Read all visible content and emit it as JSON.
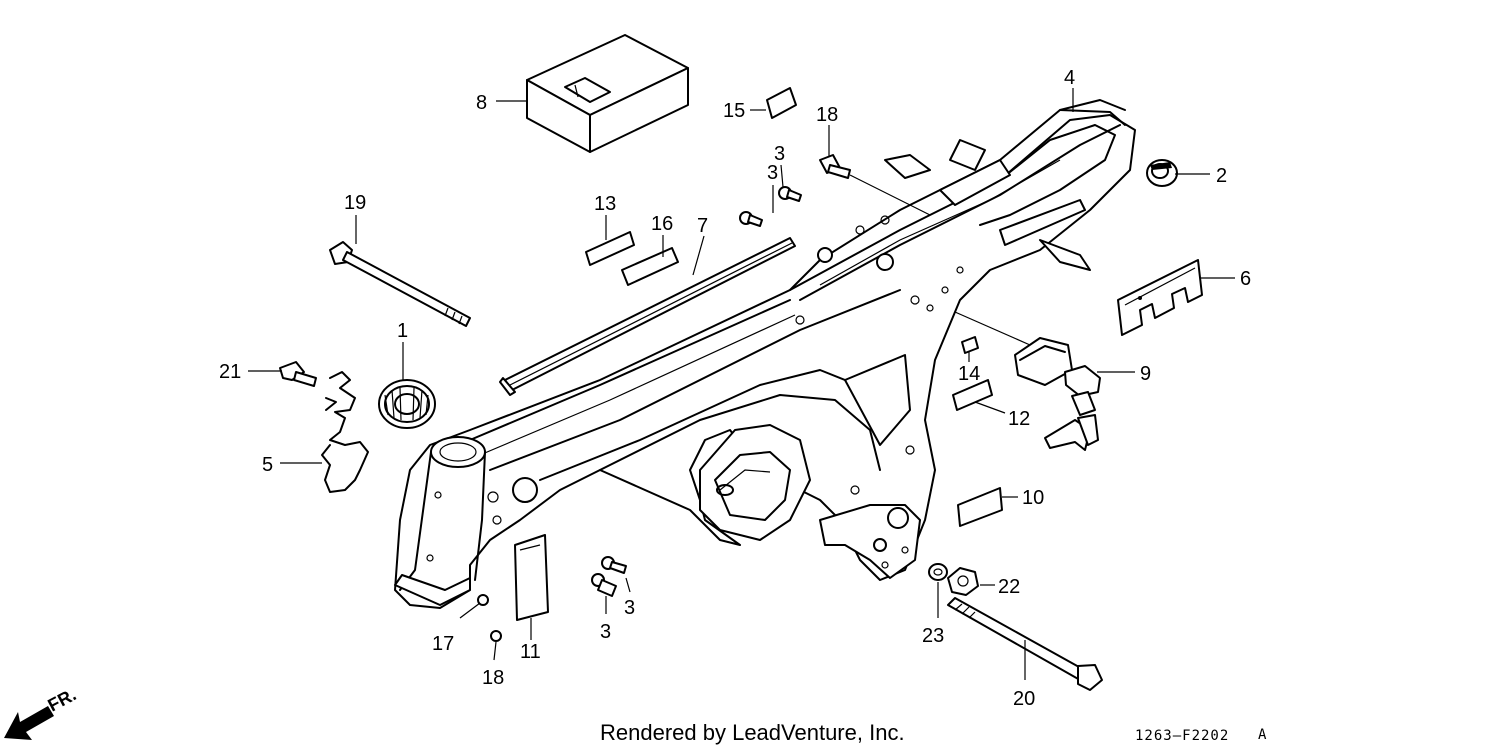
{
  "parts": [
    {
      "id": "label-1",
      "text": "1"
    },
    {
      "id": "label-2",
      "text": "2"
    },
    {
      "id": "label-3a",
      "text": "3"
    },
    {
      "id": "label-3b",
      "text": "3"
    },
    {
      "id": "label-3c",
      "text": "3"
    },
    {
      "id": "label-3d",
      "text": "3"
    },
    {
      "id": "label-4",
      "text": "4"
    },
    {
      "id": "label-5",
      "text": "5"
    },
    {
      "id": "label-6",
      "text": "6"
    },
    {
      "id": "label-7",
      "text": "7"
    },
    {
      "id": "label-8",
      "text": "8"
    },
    {
      "id": "label-9",
      "text": "9"
    },
    {
      "id": "label-10",
      "text": "10"
    },
    {
      "id": "label-11",
      "text": "11"
    },
    {
      "id": "label-12",
      "text": "12"
    },
    {
      "id": "label-13",
      "text": "13"
    },
    {
      "id": "label-14",
      "text": "14"
    },
    {
      "id": "label-15",
      "text": "15"
    },
    {
      "id": "label-16",
      "text": "16"
    },
    {
      "id": "label-17",
      "text": "17"
    },
    {
      "id": "label-18a",
      "text": "18"
    },
    {
      "id": "label-18b",
      "text": "18"
    },
    {
      "id": "label-19",
      "text": "19"
    },
    {
      "id": "label-20",
      "text": "20"
    },
    {
      "id": "label-21",
      "text": "21"
    },
    {
      "id": "label-22",
      "text": "22"
    },
    {
      "id": "label-23",
      "text": "23"
    }
  ],
  "footer": {
    "rendered_by": "Rendered by LeadVenture, Inc.",
    "diagram_code": "1263–F2202",
    "revision": "A"
  },
  "direction_indicator": {
    "label": "FR.",
    "icon": "arrow-down-left-icon"
  }
}
